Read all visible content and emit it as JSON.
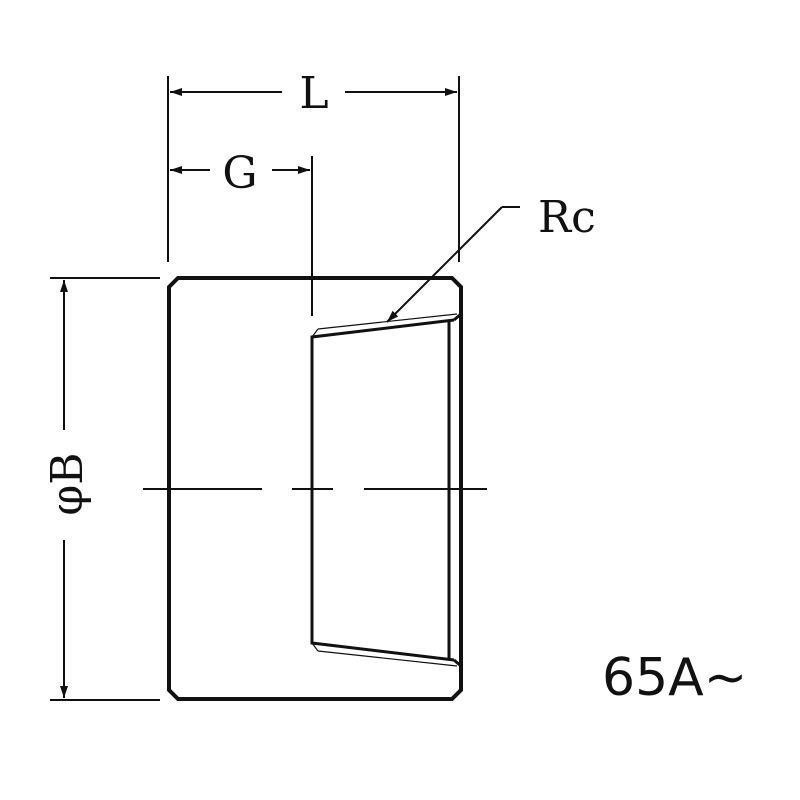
{
  "dimensions": {
    "length_label": "L",
    "thread_depth_label": "G",
    "thread_label": "Rc",
    "diameter_label": "φB"
  },
  "size_range_label": "65A~"
}
